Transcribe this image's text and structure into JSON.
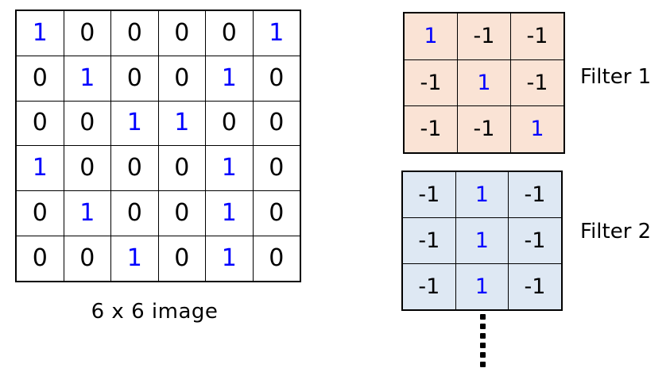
{
  "image_grid": {
    "name": "6 x 6 image",
    "caption": "6 x 6 image",
    "rows": 6,
    "cols": 6,
    "values": [
      [
        "1",
        "0",
        "0",
        "0",
        "0",
        "1"
      ],
      [
        "0",
        "1",
        "0",
        "0",
        "1",
        "0"
      ],
      [
        "0",
        "0",
        "1",
        "1",
        "0",
        "0"
      ],
      [
        "1",
        "0",
        "0",
        "0",
        "1",
        "0"
      ],
      [
        "0",
        "1",
        "0",
        "0",
        "1",
        "0"
      ],
      [
        "0",
        "0",
        "1",
        "0",
        "1",
        "0"
      ]
    ]
  },
  "filters": [
    {
      "label": "Filter 1",
      "rows": 3,
      "cols": 3,
      "background": "#fae3d5",
      "values": [
        [
          "1",
          "-1",
          "-1"
        ],
        [
          "-1",
          "1",
          "-1"
        ],
        [
          "-1",
          "-1",
          "1"
        ]
      ]
    },
    {
      "label": "Filter 2",
      "rows": 3,
      "cols": 3,
      "background": "#dee8f3",
      "values": [
        [
          "-1",
          "1",
          "-1"
        ],
        [
          "-1",
          "1",
          "-1"
        ],
        [
          "-1",
          "1",
          "-1"
        ]
      ]
    }
  ],
  "ellipsis": {
    "name": "vertical-ellipsis",
    "dot_count": 6,
    "meaning": "more filters"
  },
  "colors": {
    "highlight_value": "#0000ff",
    "normal_value": "#000000",
    "grid_border": "#000000",
    "image_background": "#ffffff",
    "filter1_background": "#fae3d5",
    "filter2_background": "#dee8f3"
  }
}
